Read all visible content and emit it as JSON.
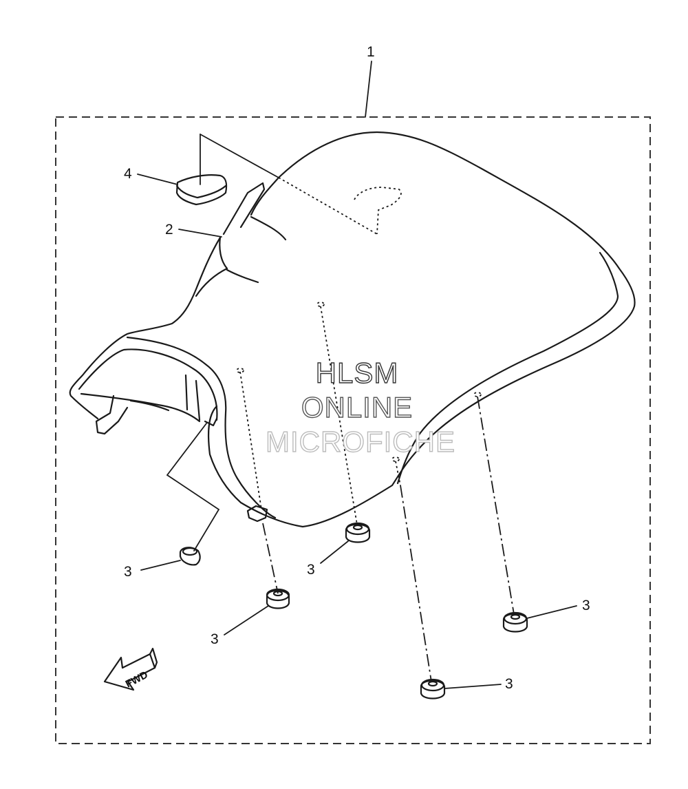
{
  "diagram": {
    "callouts": {
      "assembly": "1",
      "seat_cover": "2",
      "damper": "3",
      "pad": "4"
    },
    "direction_marker": {
      "text": "FWD",
      "icon": "arrow-left-down-icon"
    },
    "watermark": {
      "lines": [
        "HLSM",
        "ONLINE",
        "MICROFICHE"
      ],
      "colors": [
        "#333333",
        "#555555",
        "#bbbbbb"
      ]
    },
    "frame_style": "dashed"
  }
}
